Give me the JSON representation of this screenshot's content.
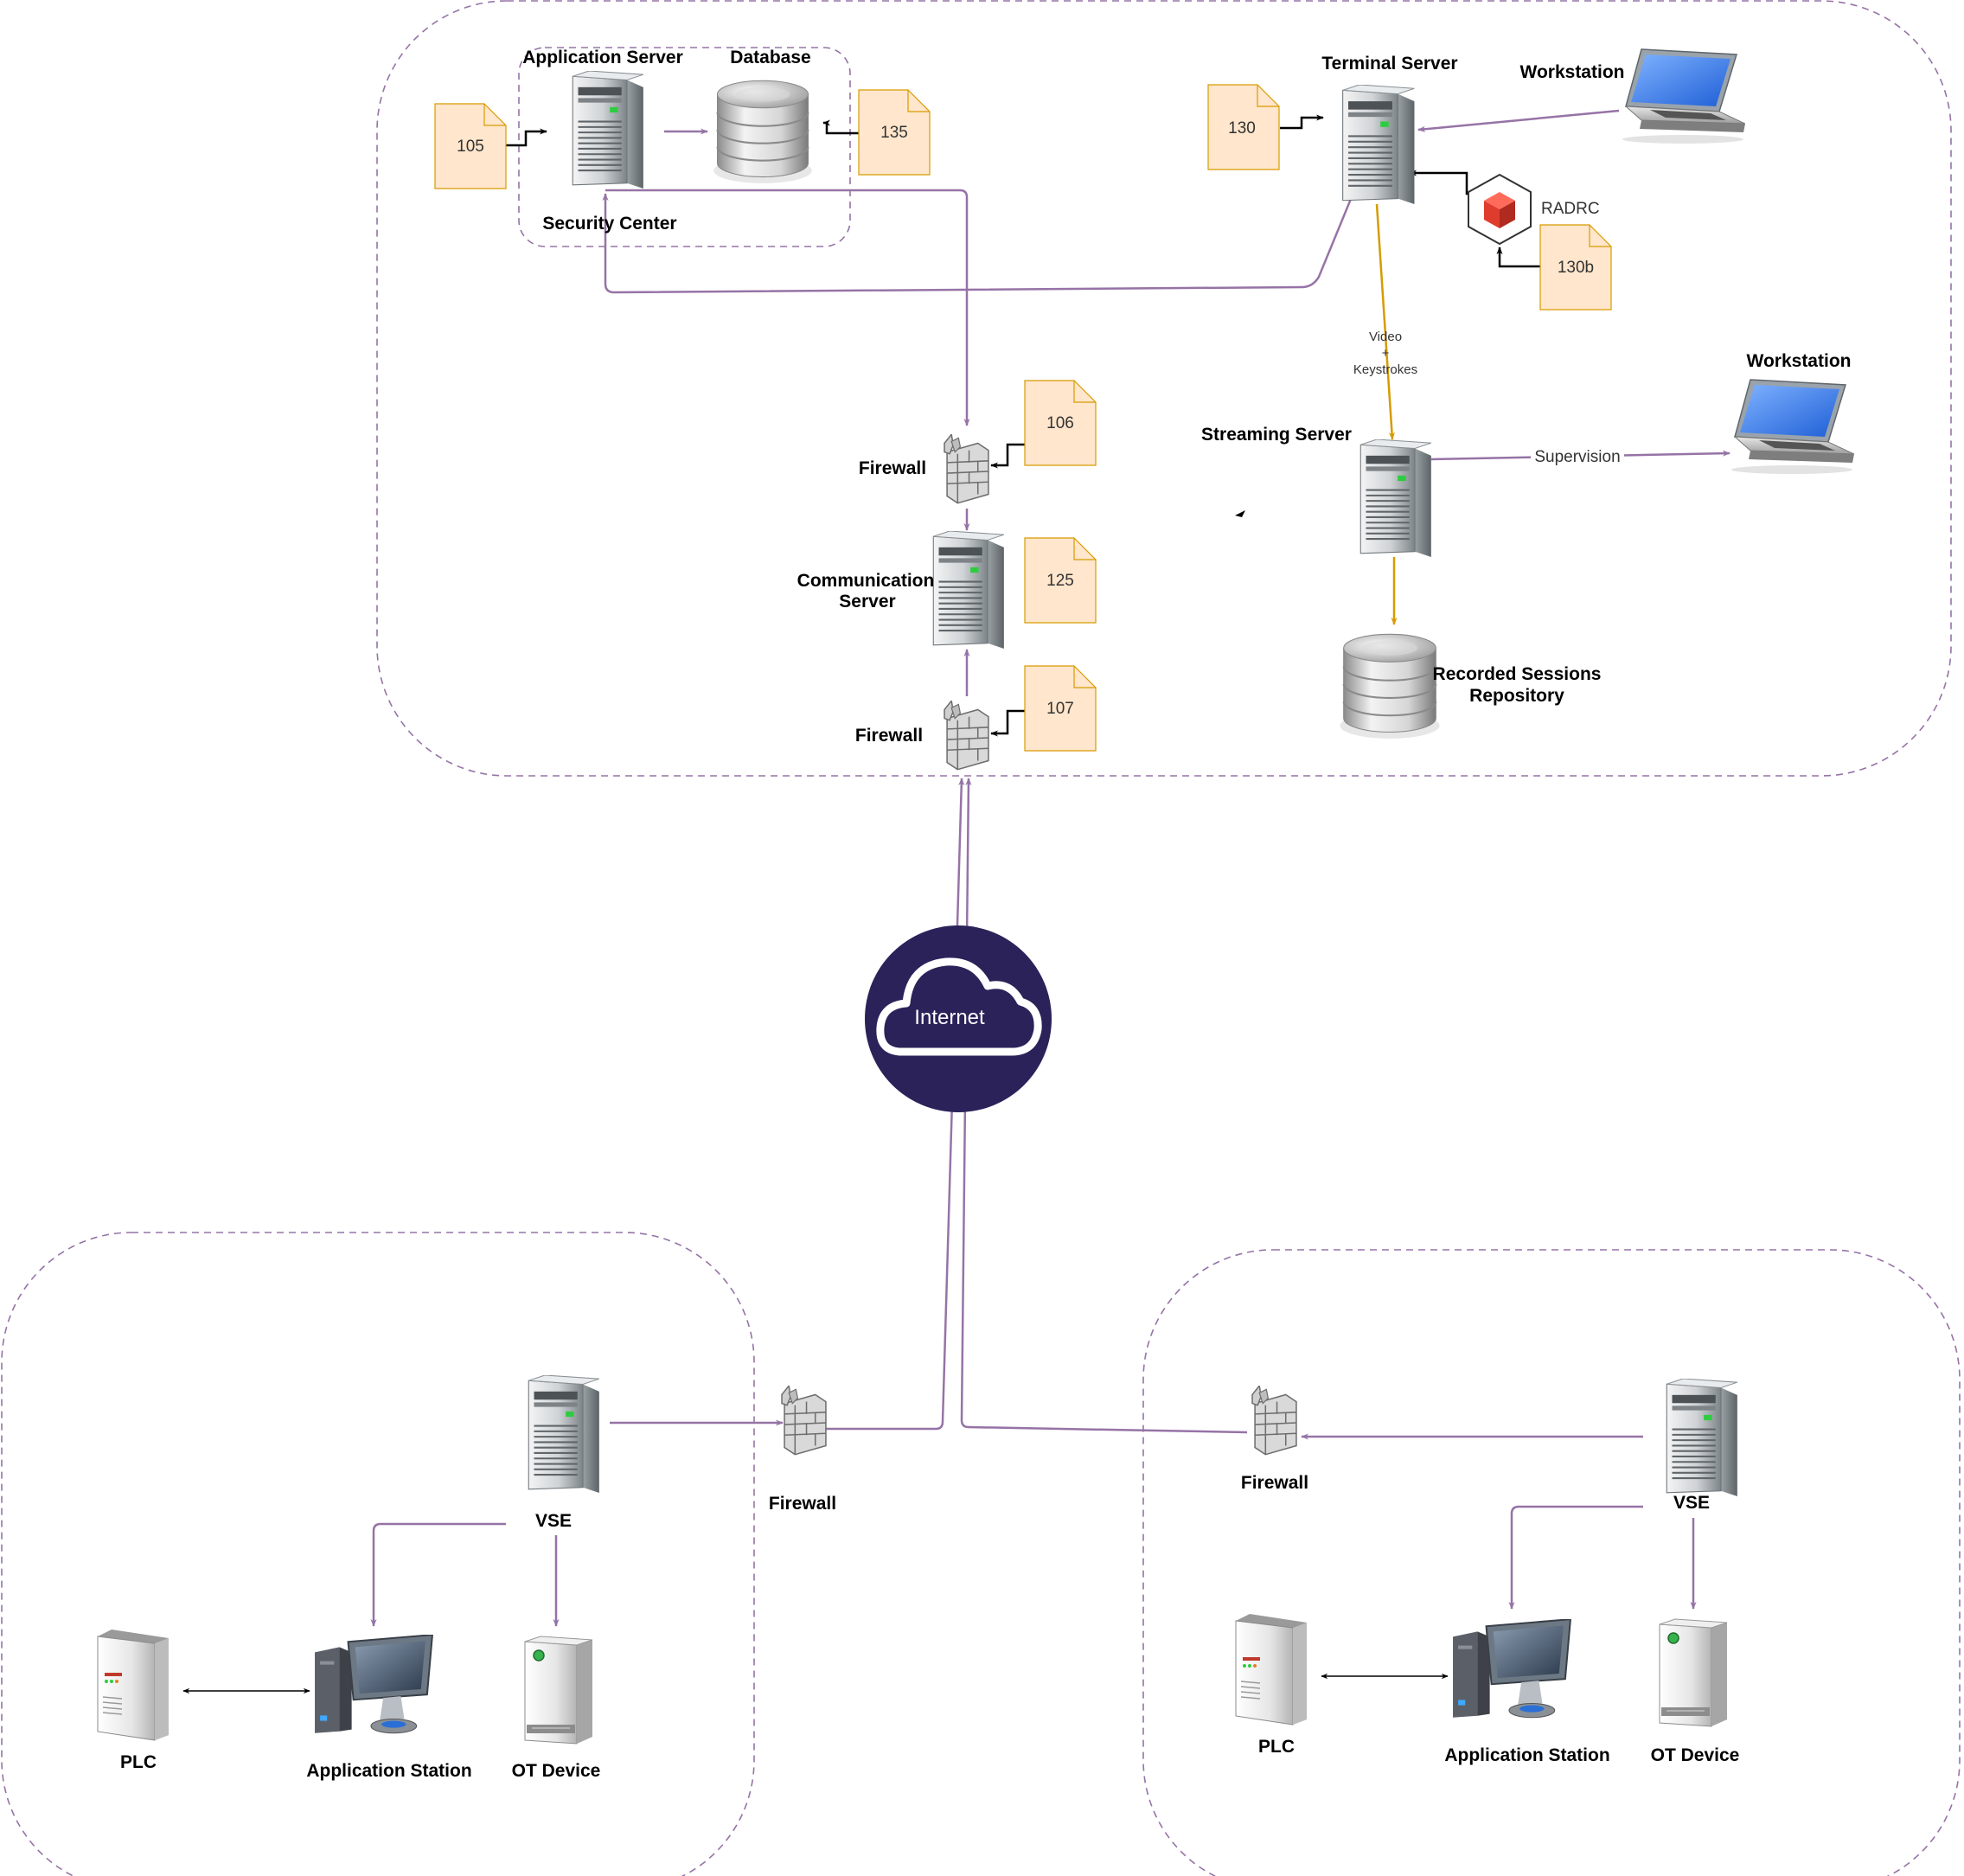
{
  "colors": {
    "flow": "#9673a6",
    "video": "#d79b00",
    "note_fill": "#ffe6cc",
    "note_stroke": "#d79b00",
    "internet_fill": "#2a2259",
    "ref": "#000000"
  },
  "labels": {
    "application_server": "Application Server",
    "database": "Database",
    "security_center": "Security Center",
    "terminal_server": "Terminal Server",
    "workstation_top": "Workstation",
    "workstation_right": "Workstation",
    "radrc": "RADRC",
    "streaming_server": "Streaming Server",
    "supervision": "Supervision",
    "video": "Video",
    "plus": "+",
    "keystrokes": "Keystrokes",
    "recorded_1": "Recorded Sessions",
    "recorded_2": "Repository",
    "firewall_top": "Firewall",
    "communication_1": "Communication",
    "communication_2": "Server",
    "firewall_mid": "Firewall",
    "internet": "Internet",
    "vse_left": "VSE",
    "firewall_left": "Firewall",
    "plc_left": "PLC",
    "app_station_left": "Application Station",
    "ot_device_left": "OT Device",
    "firewall_right": "Firewall",
    "vse_right": "VSE",
    "plc_right": "PLC",
    "app_station_right": "Application Station",
    "ot_device_right": "OT Device"
  },
  "notes": {
    "n105": "105",
    "n135": "135",
    "n130": "130",
    "n130b": "130b",
    "n106": "106",
    "n125": "125",
    "n107": "107"
  }
}
